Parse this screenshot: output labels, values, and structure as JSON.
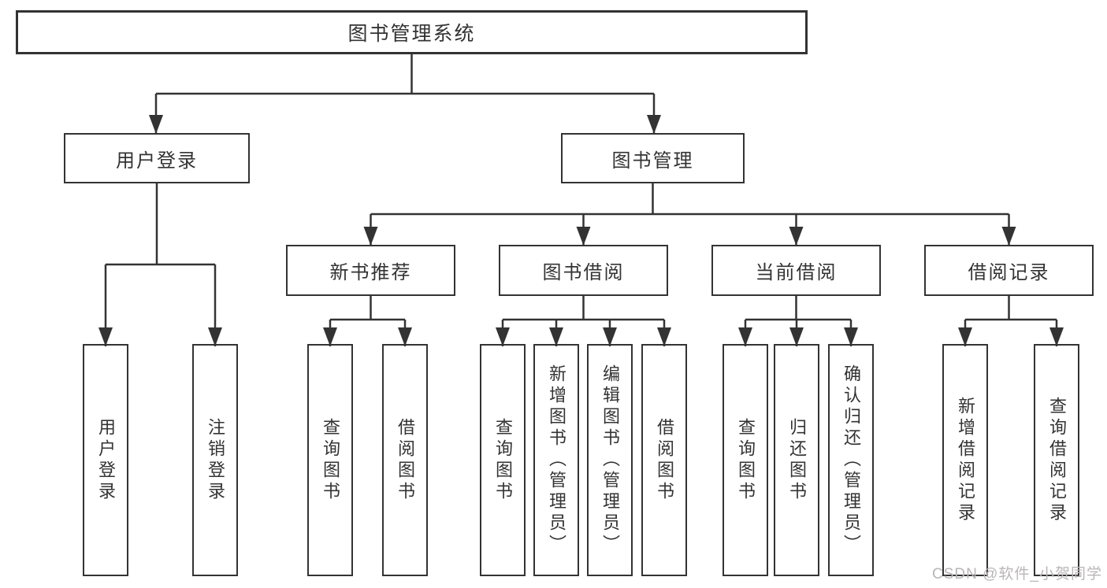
{
  "diagram_title": "图书管理系统",
  "tree": {
    "root": {
      "label": "图书管理系统",
      "children": [
        {
          "label": "用户登录",
          "children": [
            {
              "label": "用户登录"
            },
            {
              "label": "注销登录"
            }
          ]
        },
        {
          "label": "图书管理",
          "children": [
            {
              "label": "新书推荐",
              "children": [
                {
                  "label": "查询图书"
                },
                {
                  "label": "借阅图书"
                }
              ]
            },
            {
              "label": "图书借阅",
              "children": [
                {
                  "label": "查询图书"
                },
                {
                  "label": "新增图书（管理员）"
                },
                {
                  "label": "编辑图书（管理员）"
                },
                {
                  "label": "借阅图书"
                }
              ]
            },
            {
              "label": "当前借阅",
              "children": [
                {
                  "label": "查询图书"
                },
                {
                  "label": "归还图书"
                },
                {
                  "label": "确认归还（管理员）"
                }
              ]
            },
            {
              "label": "借阅记录",
              "children": [
                {
                  "label": "新增借阅记录"
                },
                {
                  "label": "查询借阅记录"
                }
              ]
            }
          ]
        }
      ]
    }
  },
  "watermark": "CSDN @软件_小贺同学",
  "colors": {
    "line": "#333333",
    "text": "#333333",
    "background": "#ffffff",
    "watermark": "#b9b6b6"
  }
}
